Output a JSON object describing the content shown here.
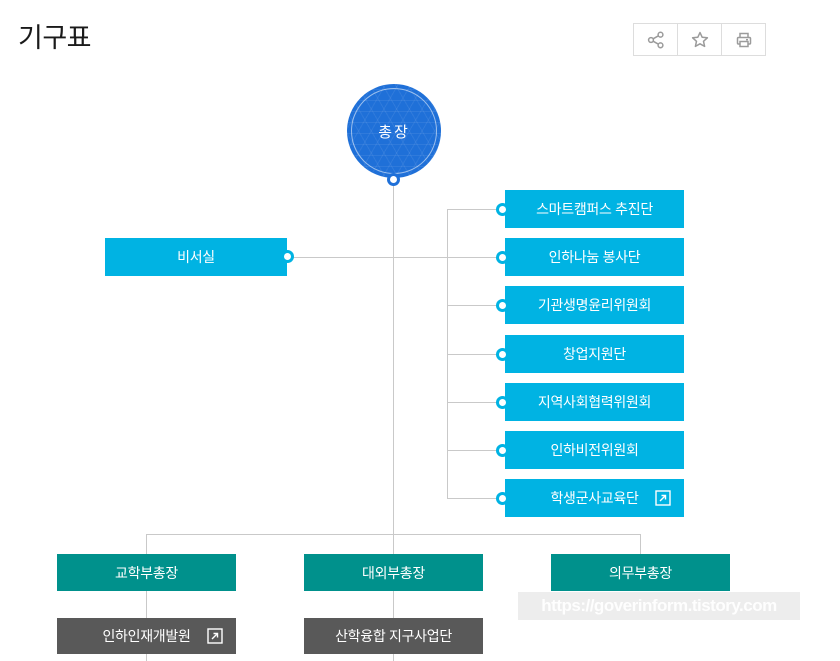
{
  "page": {
    "title": "기구표",
    "watermark_text": "https://goverinform.tistory.com"
  },
  "toolbar": {
    "icons": [
      "share-nodes-icon",
      "star-icon",
      "printer-icon"
    ]
  },
  "org": {
    "root": "총장",
    "secretary": "비서실",
    "committees": [
      "스마트캠퍼스 추진단",
      "인하나눔 봉사단",
      "기관생명윤리위원회",
      "창업지원단",
      "지역사회협력위원회",
      "인하비전위원회",
      "학생군사교육단"
    ],
    "vice_presidents": [
      "교학부총장",
      "대외부총장",
      "의무부총장"
    ],
    "affiliates": [
      "인하인재개발원",
      "산학융합 지구사업단"
    ],
    "colors": {
      "primary_blue": "#1f70d8",
      "cyan": "#00b3e3",
      "teal": "#00918c",
      "dark_gray": "#595959",
      "line_gray": "#c9c9c9"
    }
  }
}
